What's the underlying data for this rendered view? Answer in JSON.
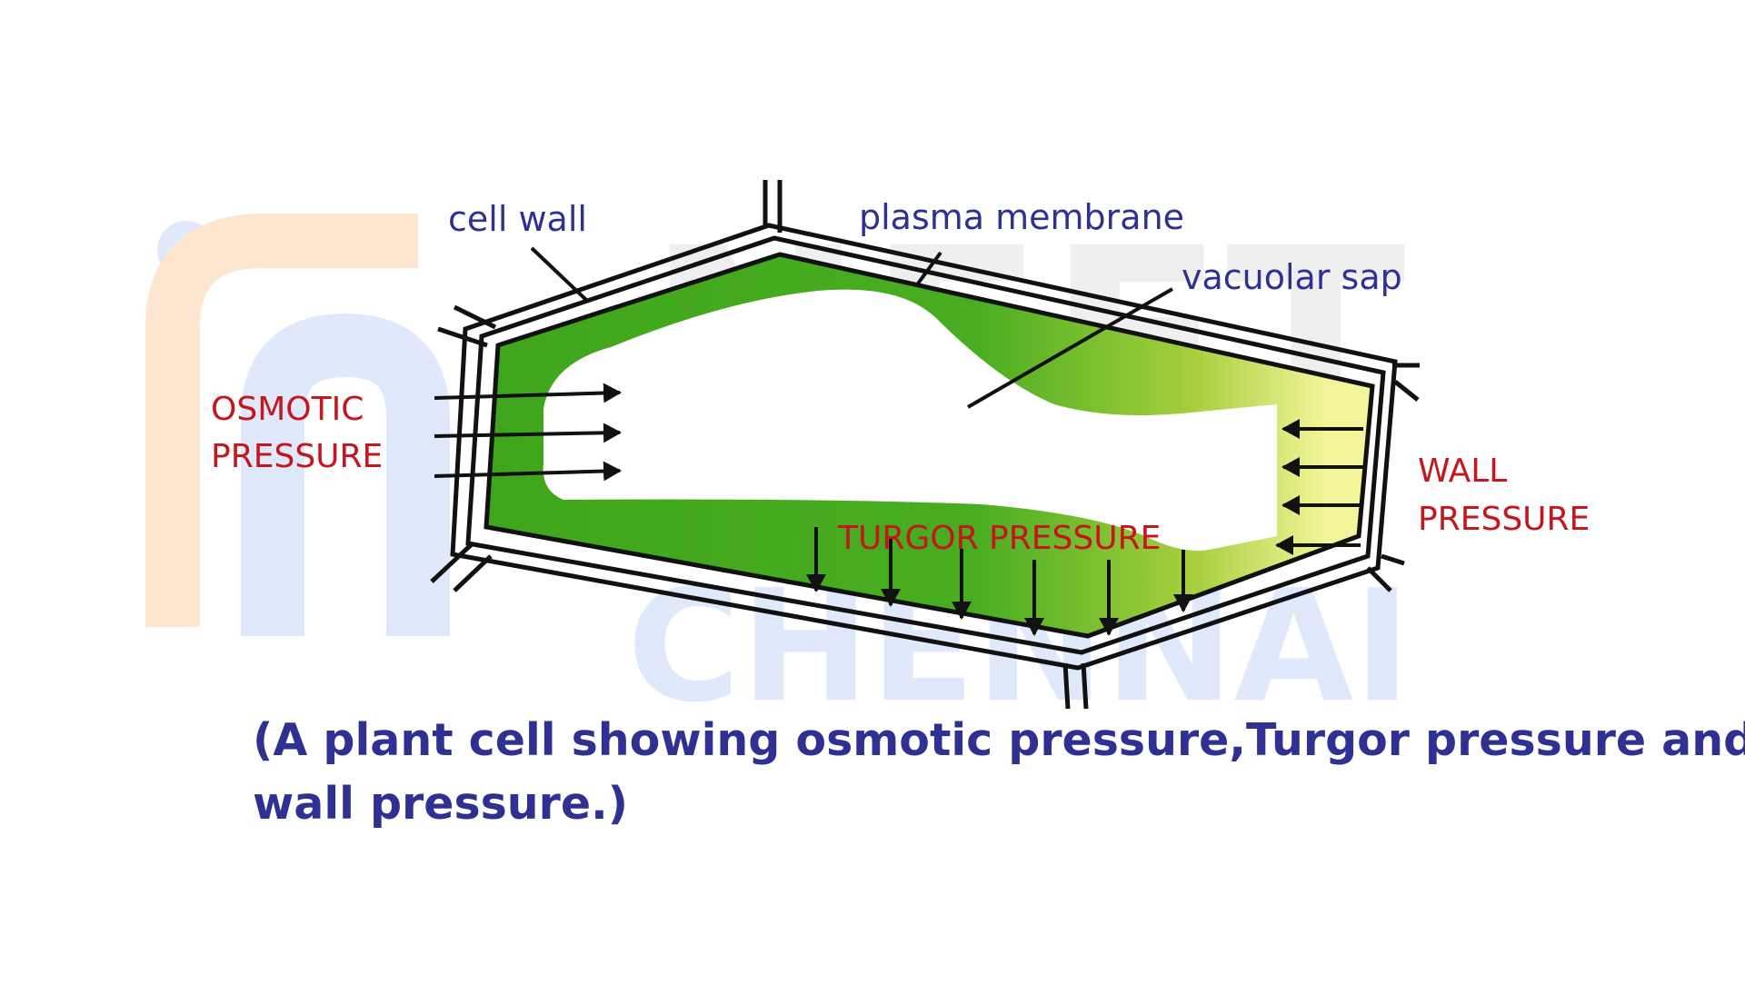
{
  "watermark": {
    "line1": "NEET",
    "line2": "CHENNAI",
    "colors": {
      "orange": "#fde6cf",
      "blue": "#dfe9fb",
      "gray": "#efefef"
    }
  },
  "diagram": {
    "labels": {
      "cell_wall": "cell wall",
      "plasma_membrane": "plasma membrane",
      "vacuolar_sap": "vacuolar sap",
      "osmotic_pressure_line1": "OSMOTIC",
      "osmotic_pressure_line2": "PRESSURE",
      "turgor_pressure": "TURGOR PRESSURE",
      "wall_pressure_line1": "WALL",
      "wall_pressure_line2": "PRESSURE"
    },
    "colors": {
      "label_blue": "#2e3192",
      "label_red": "#c4161c",
      "cytoplasm_green": "#3fa51c",
      "cytoplasm_yellow": "#f4f59a",
      "outline": "#111111"
    }
  },
  "caption": {
    "line1": "(A plant cell showing osmotic pressure,Turgor pressure and",
    "line2": "wall pressure.)"
  }
}
